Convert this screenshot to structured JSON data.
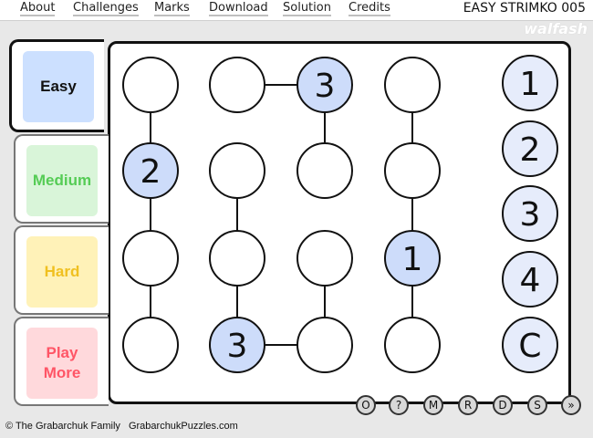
{
  "menu": {
    "items": [
      "About",
      "Challenges",
      "Marks",
      "Download",
      "Solution",
      "Credits"
    ]
  },
  "puzzle_title": "EASY STRIMKO 005",
  "logo_text": "walfash",
  "tabs": [
    {
      "label": "Easy",
      "bg": "#cce0ff",
      "color": "#111111",
      "active": true
    },
    {
      "label": "Medium",
      "bg": "#d9f5d9",
      "color": "#55cc55",
      "active": false
    },
    {
      "label": "Hard",
      "bg": "#fff2b8",
      "color": "#f0c020",
      "active": false
    },
    {
      "label": "Play More",
      "bg": "#ffd9dc",
      "color": "#ff5566",
      "active": false
    }
  ],
  "grid": {
    "cells": [
      [
        "",
        "",
        "3",
        ""
      ],
      [
        "2",
        "",
        "",
        ""
      ],
      [
        "",
        "",
        "",
        "1"
      ],
      [
        "",
        "3",
        "",
        ""
      ]
    ],
    "given_color": "#cddcfa",
    "empty_color": "#ffffff"
  },
  "palette": [
    "1",
    "2",
    "3",
    "4",
    "C"
  ],
  "palette_color": "#e6ecfb",
  "bottom_buttons": [
    "O",
    "?",
    "M",
    "R",
    "D",
    "S",
    "»"
  ],
  "footer": {
    "copyright": "© The Grabarchuk Family",
    "site": "GrabarchukPuzzles.com"
  }
}
